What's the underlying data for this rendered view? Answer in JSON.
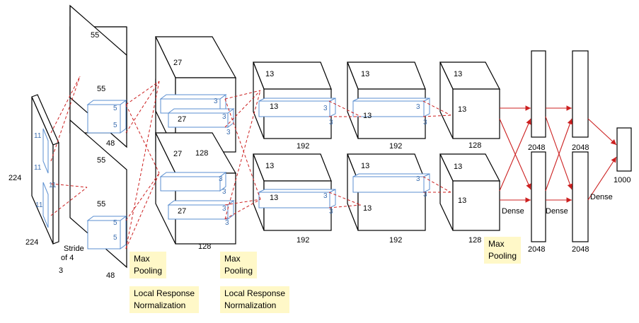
{
  "diagram": {
    "input": {
      "height": "224",
      "width": "224",
      "depth": "3",
      "kernel_size": "11",
      "stride": "Stride\nof 4"
    },
    "conv1": {
      "size": "55",
      "kernel": "5",
      "depth": "48"
    },
    "conv2": {
      "size": "27",
      "kernel": "3",
      "depth": "128"
    },
    "conv3": {
      "size": "13",
      "kernel": "3",
      "depth": "192"
    },
    "conv4": {
      "size": "13",
      "kernel": "3",
      "depth": "192"
    },
    "conv5": {
      "size": "13",
      "depth": "128"
    },
    "dense1": {
      "units": "2048",
      "label": "Dense"
    },
    "dense2": {
      "units": "2048",
      "label": "Dense"
    },
    "output": {
      "units": "1000",
      "label": "Dense"
    },
    "notes": {
      "pool1": "Max\nPooling",
      "lrn1": "Local Response\nNormalization",
      "pool2": "Max\nPooling",
      "lrn2": "Local Response\nNormalization",
      "pool3": "Max\nPooling"
    },
    "colors": {
      "outline": "#000000",
      "kernel": "#5b8fd0",
      "connection": "#cc2020",
      "note_bg": "#fff8c8"
    }
  }
}
